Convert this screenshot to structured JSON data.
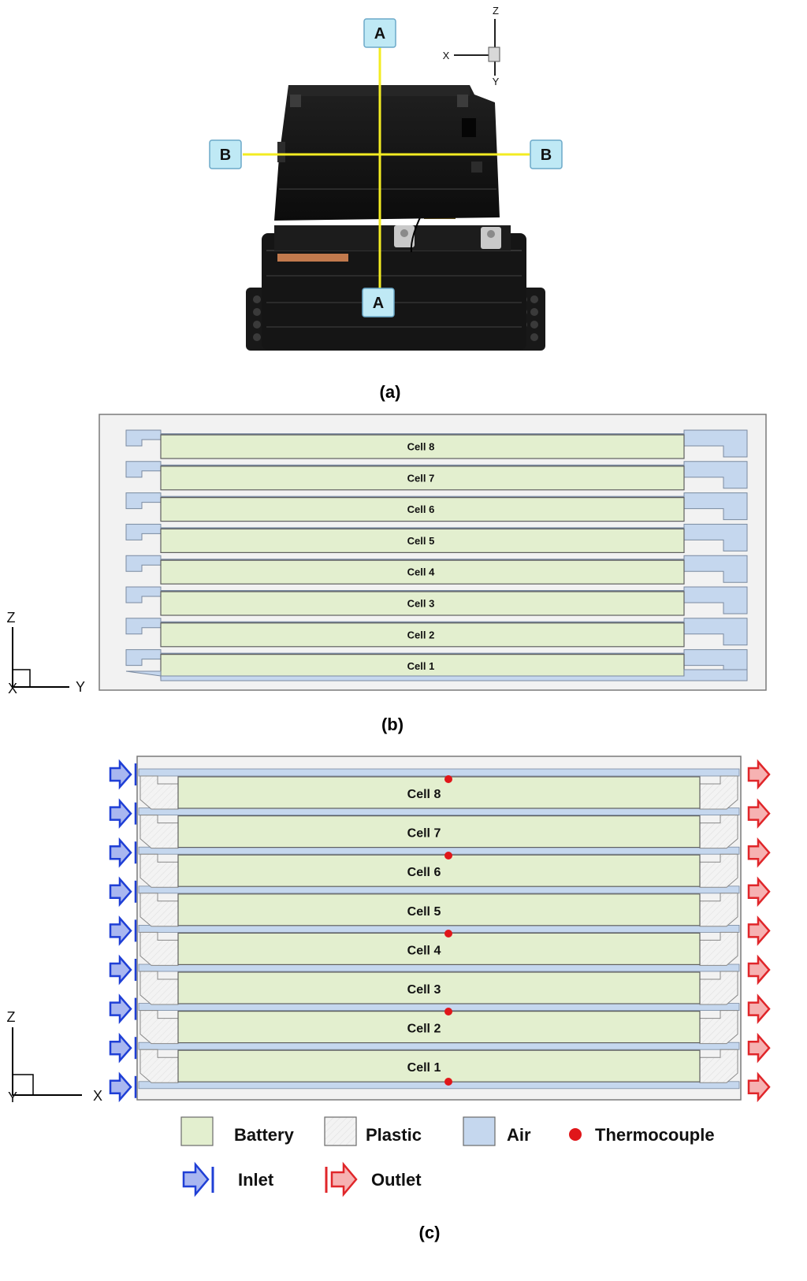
{
  "photo": {
    "section_labels": [
      "A",
      "A",
      "B",
      "B"
    ],
    "axis": {
      "z": "Z",
      "x": "X",
      "y": "Y"
    }
  },
  "captions": {
    "a": "(a)",
    "b": "(b)",
    "c": "(c)"
  },
  "panel_b": {
    "cells": [
      "Cell 8",
      "Cell 7",
      "Cell 6",
      "Cell 5",
      "Cell 4",
      "Cell 3",
      "Cell 2",
      "Cell 1"
    ],
    "axis": {
      "z": "Z",
      "x": "X",
      "y": "Y"
    }
  },
  "panel_c": {
    "cells": [
      "Cell 8",
      "Cell 7",
      "Cell 6",
      "Cell 5",
      "Cell 4",
      "Cell 3",
      "Cell 2",
      "Cell 1"
    ],
    "axis": {
      "z": "Z",
      "x": "X",
      "y": "Y"
    }
  },
  "legend": {
    "battery": "Battery",
    "plastic": "Plastic",
    "air": "Air",
    "thermocouple": "Thermocouple",
    "inlet": "Inlet",
    "outlet": "Outlet"
  },
  "colors": {
    "battery": "#e3efcf",
    "plastic": "#f0f0f0",
    "air": "#c5d7ee",
    "thermocouple": "#e0161a",
    "inlet": "#1f3fd6",
    "outlet": "#e0262a",
    "section_line": "#f3ec22",
    "label_box": "#bfe9f5"
  }
}
